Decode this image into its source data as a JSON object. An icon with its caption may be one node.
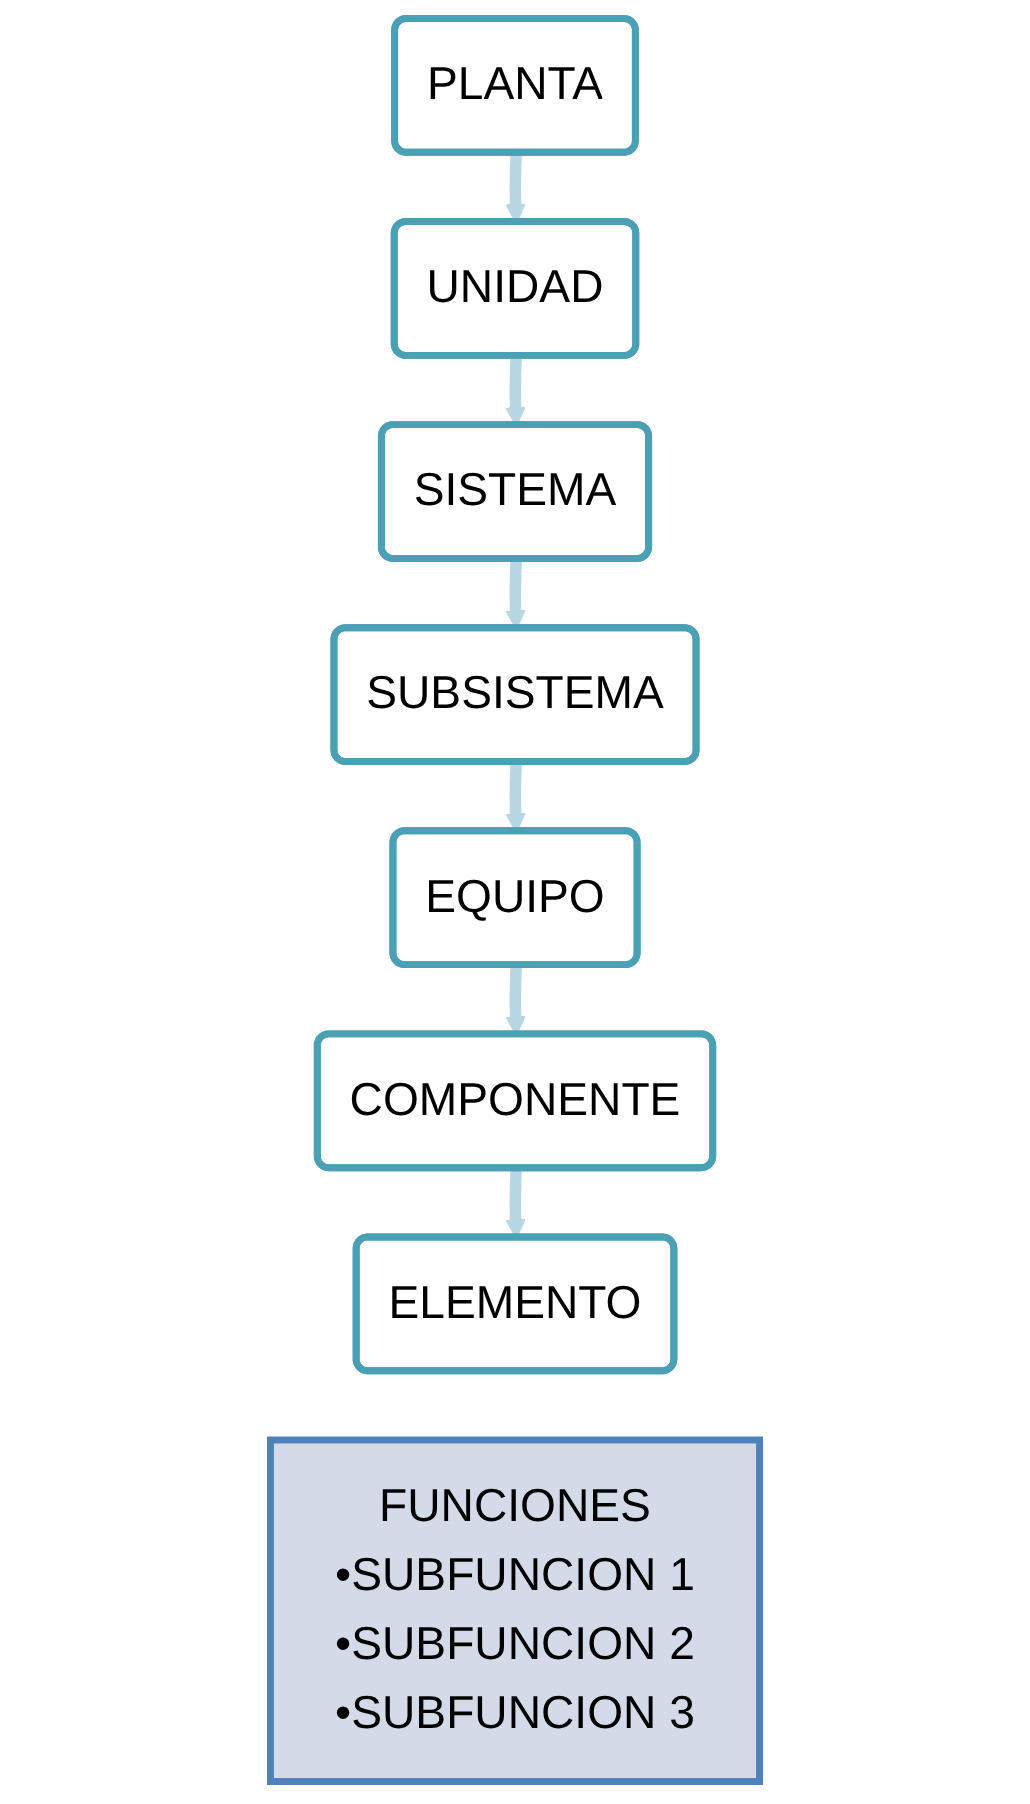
{
  "diagram": {
    "nodes": [
      {
        "text": [
          "PLANTA"
        ]
      },
      {
        "text": [
          "UNIDAD"
        ]
      },
      {
        "text": [
          "SISTEMA"
        ]
      },
      {
        "text": [
          "SUBSISTEMA"
        ]
      },
      {
        "text": [
          "EQUIPO"
        ]
      },
      {
        "text": [
          "COMPONENTE"
        ]
      },
      {
        "text": [
          "ELEMENTO"
        ]
      },
      {
        "text": [
          "FUNCIONES",
          "•SUBFUNCION 1",
          "•SUBFUNCION 2",
          "•SUBFUNCION 3"
        ]
      }
    ],
    "edges": [
      {
        "from": 0,
        "to": 1,
        "arrow": "to"
      },
      {
        "from": 1,
        "to": 2,
        "arrow": "to"
      },
      {
        "from": 2,
        "to": 3,
        "arrow": "to"
      },
      {
        "from": 3,
        "to": 4,
        "arrow": "to"
      },
      {
        "from": 4,
        "to": 5,
        "arrow": "to"
      },
      {
        "from": 5,
        "to": 6,
        "arrow": "to"
      }
    ]
  }
}
